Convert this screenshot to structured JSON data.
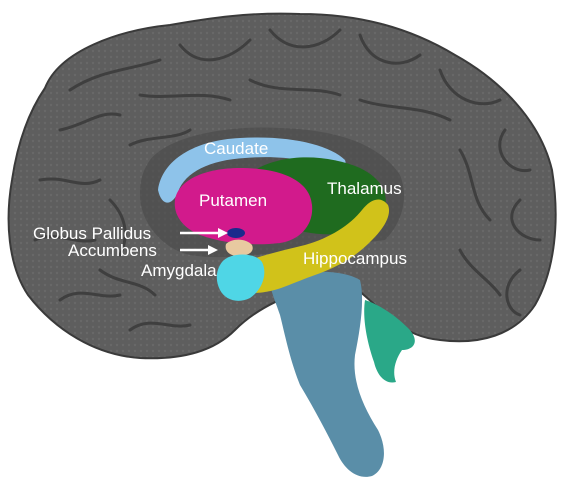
{
  "labels": {
    "caudate": "Caudate",
    "putamen": "Putamen",
    "thalamus": "Thalamus",
    "globus_pallidus": "Globus Pallidus",
    "accumbens": "Accumbens",
    "amygdala": "Amygdala",
    "hippocampus": "Hippocampus"
  },
  "colors": {
    "background": "#ffffff",
    "cortex": "#5e5e5e",
    "cortex_dark": "#3a3a3a",
    "caudate": "#8ec3ea",
    "putamen": "#d21a8c",
    "thalamus": "#1f6b1f",
    "globus_pallidus": "#1a2a8c",
    "accumbens": "#e8c9a0",
    "amygdala": "#4fd6e6",
    "hippocampus": "#d1c21a",
    "brainstem": "#5a8ea8",
    "cerebellum_fragment": "#2aa888",
    "label_text": "#ffffff"
  }
}
